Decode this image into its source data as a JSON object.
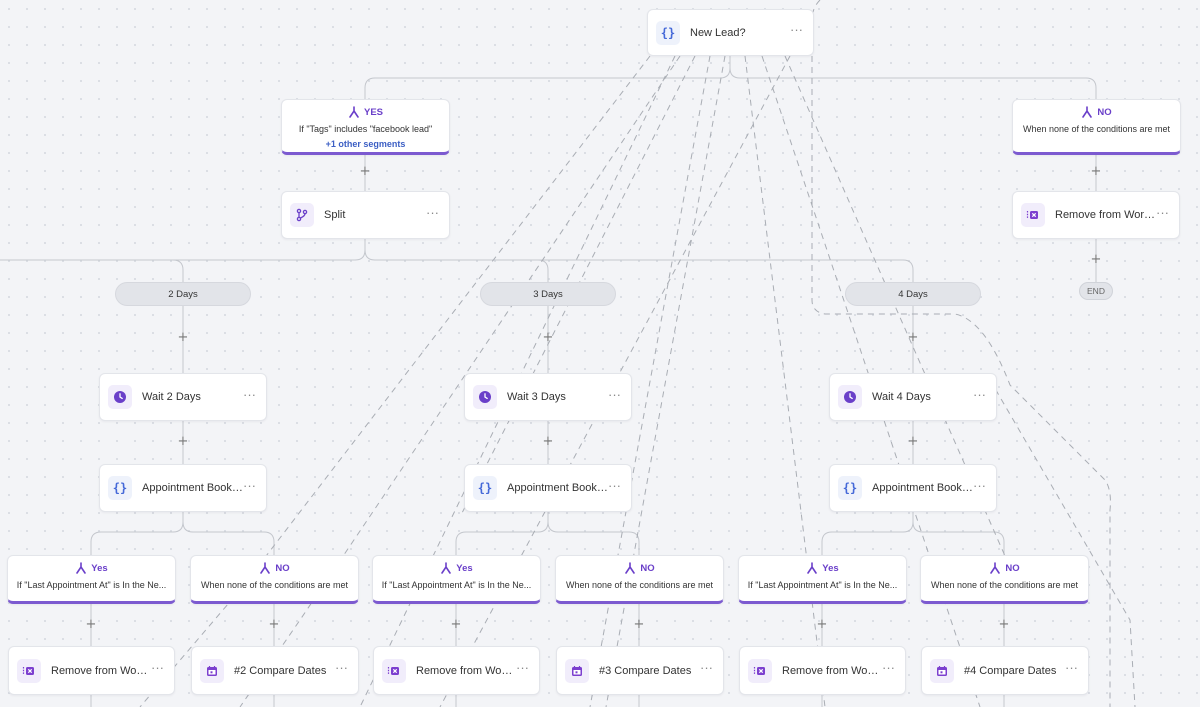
{
  "trigger": {
    "label": "New Lead?",
    "icon": "braces-icon"
  },
  "top_branches": {
    "yes": {
      "head": "YES",
      "condition": "If \"Tags\" includes \"facebook lead\"",
      "extra": "+1 other segments"
    },
    "no": {
      "head": "NO",
      "condition": "When none of the conditions are met"
    }
  },
  "split": {
    "label": "Split",
    "icon": "split-icon"
  },
  "remove_top": {
    "label": "Remove from Workflow",
    "icon": "remove-workflow-icon"
  },
  "end_label": "END",
  "menu_glyph": "···",
  "plus_glyph": "+",
  "columns": [
    {
      "pill": "2 Days",
      "wait": "Wait 2 Days",
      "check": "Appointment Booked?",
      "yes": {
        "head": "Yes",
        "condition": "If \"Last Appointment At\" is In the Ne..."
      },
      "no": {
        "head": "NO",
        "condition": "When none of the conditions are met"
      },
      "remove": "Remove from Workflow",
      "compare": "#2 Compare Dates"
    },
    {
      "pill": "3 Days",
      "wait": "Wait 3 Days",
      "check": "Appointment Booked?",
      "yes": {
        "head": "Yes",
        "condition": "If \"Last Appointment At\" is In the Ne..."
      },
      "no": {
        "head": "NO",
        "condition": "When none of the conditions are met"
      },
      "remove": "Remove from Workflow",
      "compare": "#3 Compare Dates"
    },
    {
      "pill": "4 Days",
      "wait": "Wait 4 Days",
      "check": "Appointment Booked?",
      "yes": {
        "head": "Yes",
        "condition": "If \"Last Appointment At\" is In the Ne..."
      },
      "no": {
        "head": "NO",
        "condition": "When none of the conditions are met"
      },
      "remove": "Remove from Workflow",
      "compare": "#4 Compare Dates"
    }
  ],
  "colors": {
    "accent": "#6a3fc9",
    "brace": "#4569d8",
    "link": "#3c5fc4",
    "connector": "#c4c7cd",
    "dashed": "#a9adb4"
  }
}
